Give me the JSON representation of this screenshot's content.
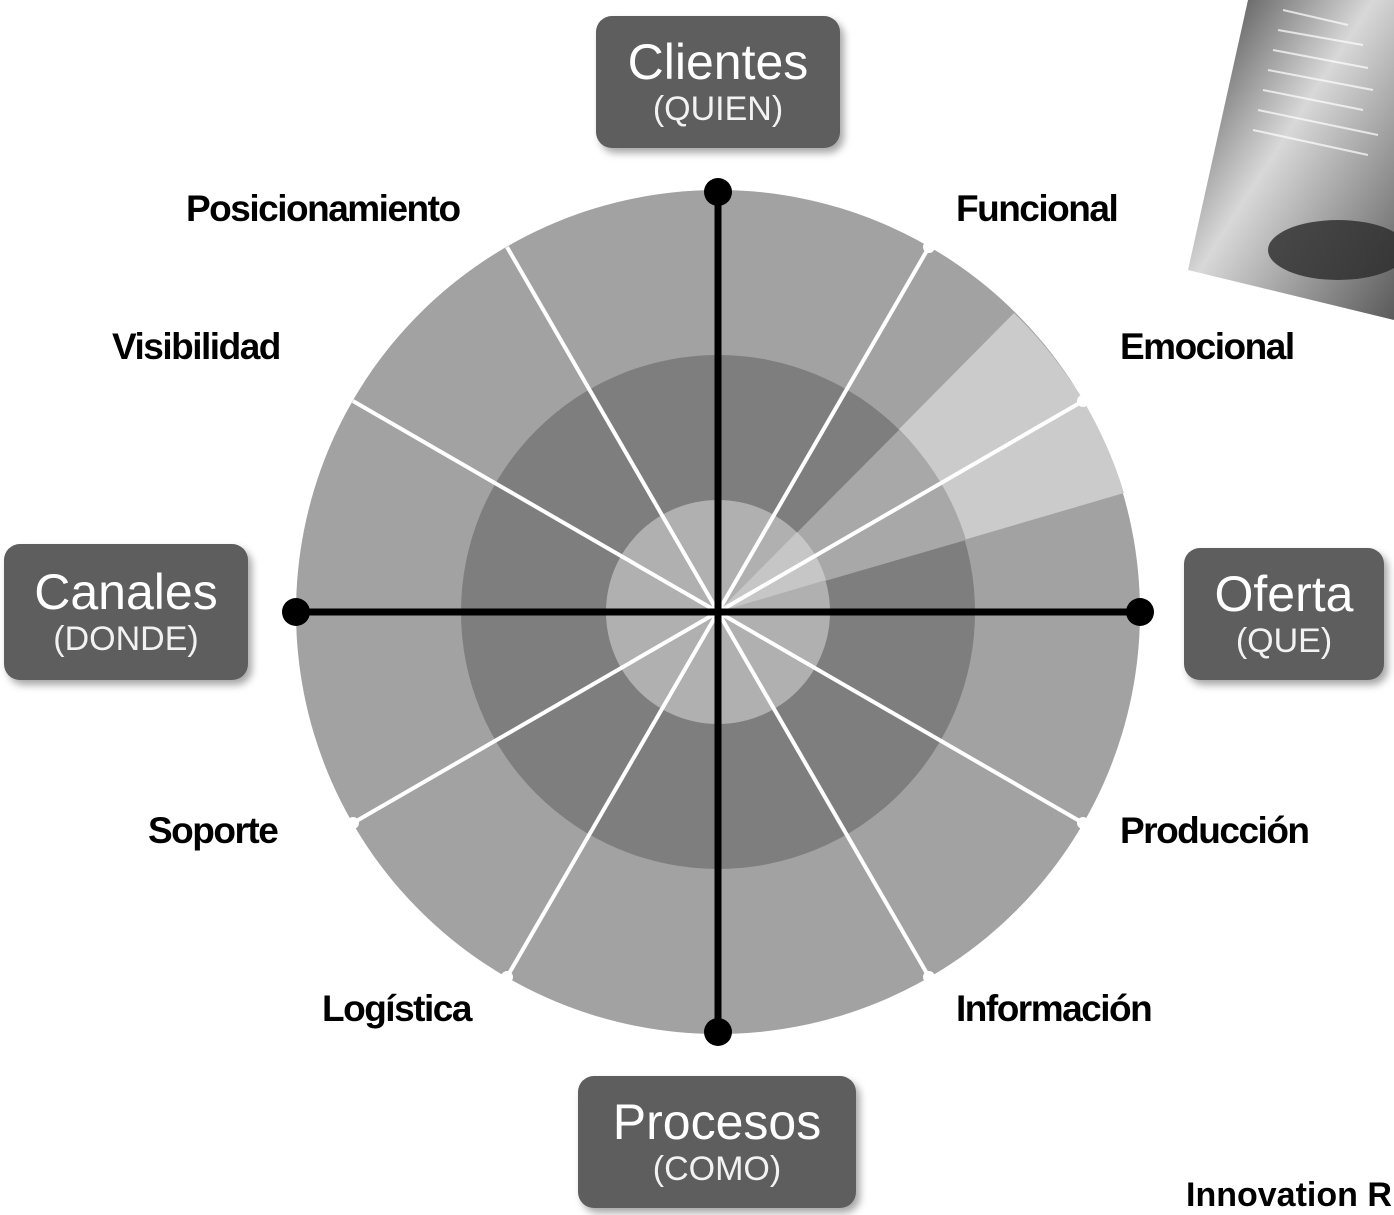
{
  "axes": {
    "top": {
      "title": "Clientes",
      "sub": "(QUIEN)"
    },
    "right": {
      "title": "Oferta",
      "sub": "(QUE)"
    },
    "bottom": {
      "title": "Procesos",
      "sub": "(COMO)"
    },
    "left": {
      "title": "Canales",
      "sub": "(DONDE)"
    }
  },
  "segments": [
    "Funcional",
    "Emocional",
    "Producción",
    "Información",
    "Logística",
    "Soporte",
    "Visibilidad",
    "Posicionamiento"
  ],
  "footer": "Innovation R",
  "colors": {
    "outer_ring": "#a2a2a2",
    "middle_ring": "#7e7e7e",
    "inner_disc": "#b0b0b0",
    "highlight": "#cbcbcb",
    "box": "#5e5e5e"
  }
}
